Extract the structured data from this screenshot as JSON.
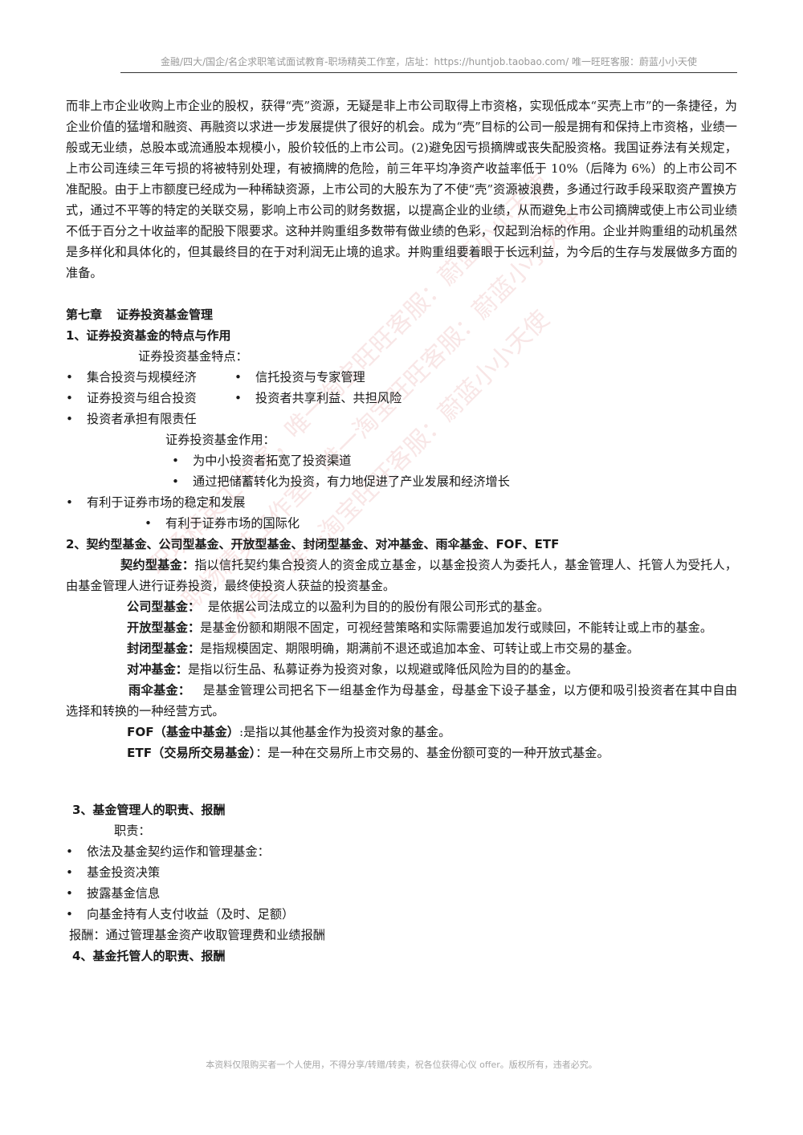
{
  "header": "金融/四大/国企/名企求职笔试面试教育-职场精英工作室，店址：https://huntjob.taobao.com/ 唯一旺旺客服：蔚蓝小小天使",
  "intro": "而非上市企业收购上市企业的股权，获得“壳”资源，无疑是非上市公司取得上市资格，实现低成本“买壳上市”的一条捷径，为企业价值的猛增和融资、再融资以求进一步发展提供了很好的机会。成为“壳”目标的公司一般是拥有和保持上市资格，业绩一般或无业绩，总股本或流通股本规模小，股价较低的上市公司。(2)避免因亏损摘牌或丧失配股资格。我国证券法有关规定，上市公司连续三年亏损的将被特别处理，有被摘牌的危险，前三年平均净资产收益率低于 10%（后降为 6%）的上市公司不准配股。由于上市额度已经成为一种稀缺资源，上市公司的大股东为了不使“壳”资源被浪费，多通过行政手段采取资产置换方式，通过不平等的特定的关联交易，影响上市公司的财务数据，以提高企业的业绩，从而避免上市公司摘牌或使上市公司业绩不低于百分之十收益率的配股下限要求。这种并购重组多数带有做业绩的色彩，仅起到治标的作用。企业并购重组的动机虽然是多样化和具体化的，但其最终目的在于对利润无止境的追求。并购重组要着眼于长远利益，为今后的生存与发展做多方面的准备。",
  "chapter": {
    "num": "第七章",
    "title": "证券投资基金管理"
  },
  "s1": {
    "title": "1、证券投资基金的特点与作用",
    "features_label": "证券投资基金特点：",
    "bullet": "•",
    "features": [
      "集合投资与规模经济",
      "信托投资与专家管理",
      "证券投资与组合投资",
      "投资者共享利益、共担风险",
      "投资者承担有限责任"
    ],
    "roles_label": "证券投资基金作用：",
    "roles": [
      "为中小投资者拓宽了投资渠道",
      "通过把储蓄转化为投资，有力地促进了产业发展和经济增长",
      "有利于证券市场的稳定和发展",
      "有利于证券市场的国际化"
    ]
  },
  "s2": {
    "title": "2、契约型基金、公司型基金、开放型基金、封闭型基金、对冲基金、雨伞基金、FOF、ETF",
    "defs": [
      {
        "term": "契约型基金：",
        "text": "指以信托契约集合投资人的资金成立基金，以基金投资人为委托人，基金管理人、托管人为受托人，由基金管理人进行证券投资，最终使投资人获益的投资基金。"
      },
      {
        "term": "公司型基金：",
        "text": "  是依据公司法成立的以盈利为目的的股份有限公司形式的基金。"
      },
      {
        "term": "开放型基金：",
        "text": "是基金份额和期限不固定，可视经营策略和实际需要追加发行或赎回，不能转让或上市的基金。"
      },
      {
        "term": "封闭型基金：",
        "text": "是指规模固定、期限明确，期满前不退还或追加本金、可转让或上市交易的基金。"
      },
      {
        "term": "对冲基金：",
        "text": "是指以衍生品、私募证券为投资对象，以规避或降低风险为目的的基金。"
      },
      {
        "term": "雨伞基金：",
        "text": "   是基金管理公司把名下一组基金作为母基金，母基金下设子基金，以方便和吸引投资者在其中自由选择和转换的一种经营方式。"
      },
      {
        "term": "FOF（基金中基金）",
        "text": ":是指以其他基金作为投资对象的基金。"
      },
      {
        "term": "ETF（交易所交易基金）",
        "text": "：是一种在交易所上市交易的、基金份额可变的一种开放式基金。"
      }
    ]
  },
  "s3": {
    "title": "3、基金管理人的职责、报酬",
    "duties_label": "职责：",
    "duties": [
      "依法及基金契约运作和管理基金：",
      "基金投资决策",
      "披露基金信息",
      "向基金持有人支付收益（及时、足额）"
    ],
    "pay": "报酬：通过管理基金资产收取管理费和业绩报酬"
  },
  "s4": {
    "title": "4、基金托管人的职责、报酬"
  },
  "footer": "本资料仅限购买者一个人使用，不得分享/转赠/转卖，祝各位获得心仪 offer。版权所有，违者必究。",
  "watermark": [
    "职场精英工作室，唯一淘宝旺旺客服：蔚蓝小小天使",
    "职场精英工作室，唯一淘宝旺旺客服：蔚蓝小小天使",
    "工作室，唯一淘宝旺旺客服：蔚蓝小小天使"
  ]
}
